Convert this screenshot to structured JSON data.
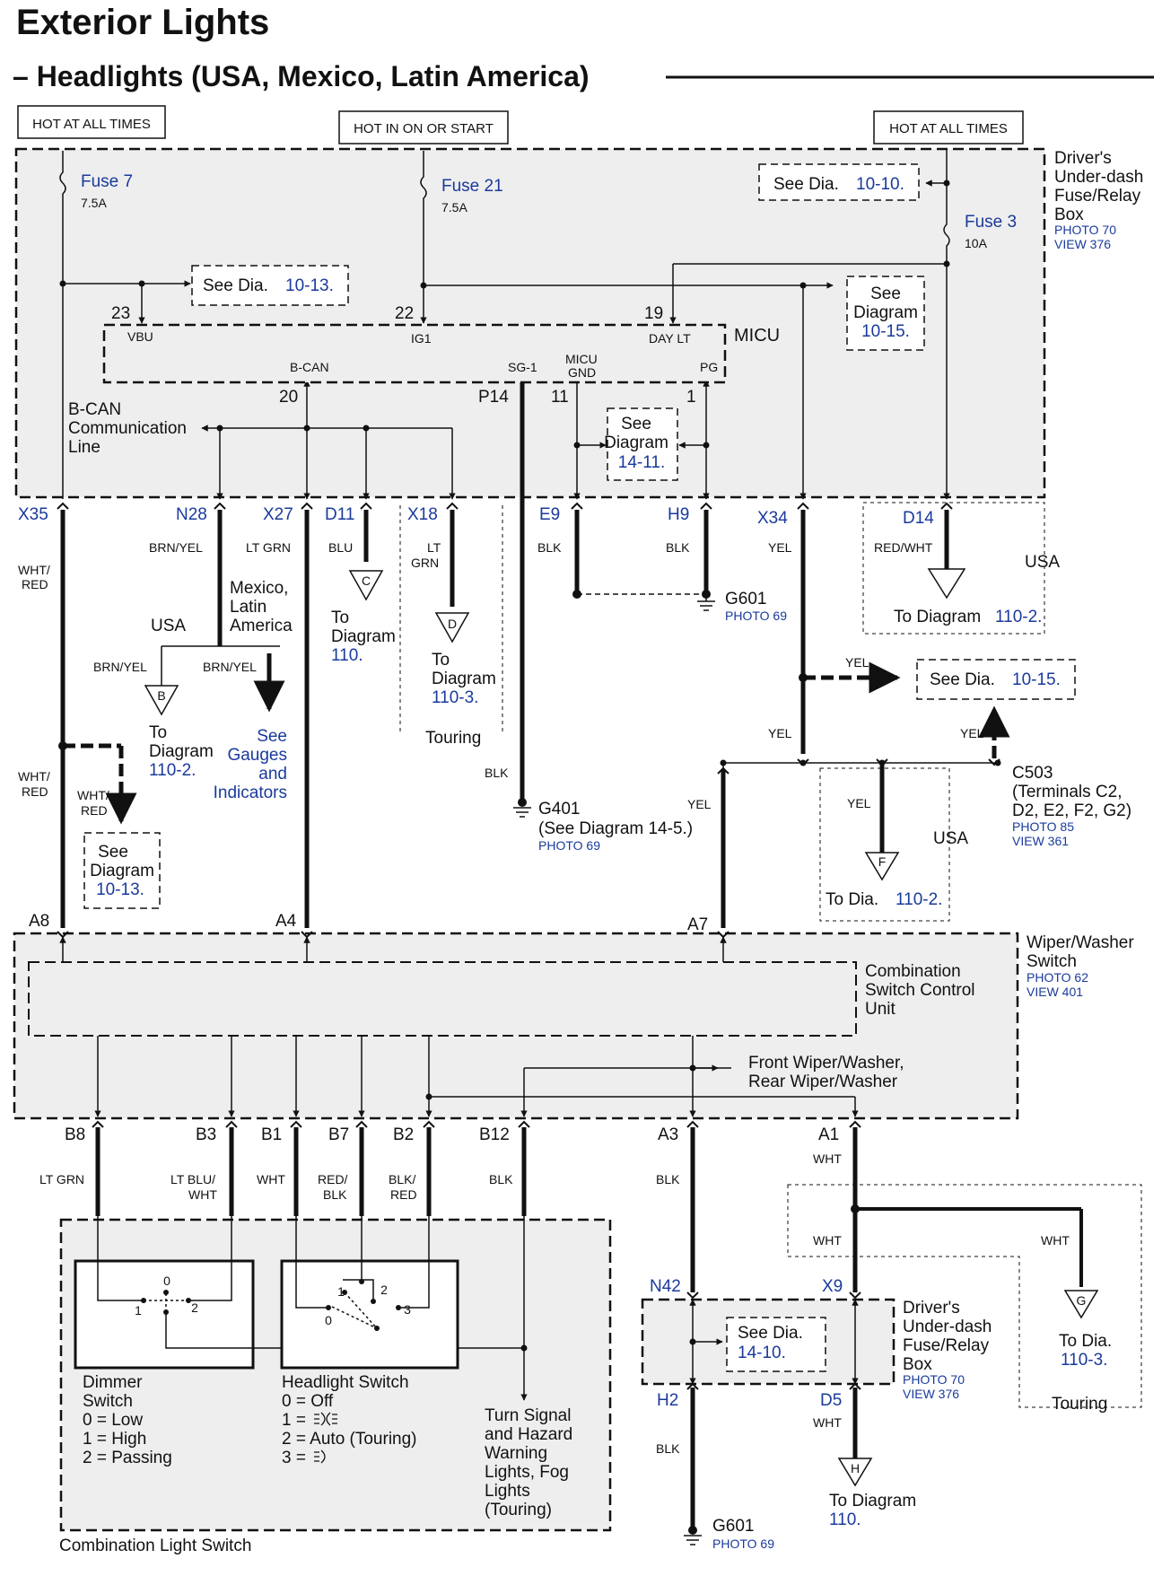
{
  "header": {
    "title": "Exterior Lights",
    "subtitle": "– Headlights (USA, Mexico, Latin America)"
  },
  "power": {
    "hot_left": "HOT AT ALL TIMES",
    "hot_mid": "HOT IN ON OR START",
    "hot_right": "HOT AT ALL TIMES"
  },
  "fusebox_top": {
    "name_lines": [
      "Driver's",
      "Under-dash",
      "Fuse/Relay",
      "Box"
    ],
    "photo": "PHOTO 70",
    "view": "VIEW 376",
    "fuse7": "Fuse 7",
    "fuse7_amp": "7.5A",
    "fuse21": "Fuse 21",
    "fuse21_amp": "7.5A",
    "fuse3": "Fuse 3",
    "fuse3_amp": "10A"
  },
  "refs": {
    "see_dia": "See Dia.",
    "see": "See",
    "diagram": "Diagram",
    "ref_10_10": "10-10.",
    "ref_10_13": "10-13.",
    "ref_10_15": "10-15.",
    "ref_14_11": "14-11.",
    "ref_14_10": "14-10.",
    "to_diagram": "To Diagram",
    "to": "To",
    "to_dia": "To Dia.",
    "ref_110_2": "110-2.",
    "ref_110": "110.",
    "ref_110_3": "110-3."
  },
  "micu": {
    "name": "MICU",
    "pin_23": "23",
    "pin_22": "22",
    "pin_19": "19",
    "vbu": "VBU",
    "ig1": "IG1",
    "day_lt": "DAY LT",
    "bcan": "B-CAN",
    "sg1": "SG-1",
    "micu_gnd_1": "MICU",
    "micu_gnd_2": "GND",
    "pg": "PG",
    "pin_20": "20",
    "pin_p14": "P14",
    "pin_11": "11",
    "pin_1": "1"
  },
  "bcan_line": [
    "B-CAN",
    "Communication",
    "Line"
  ],
  "connectors": {
    "x35": "X35",
    "n28": "N28",
    "x27": "X27",
    "d11": "D11",
    "x18": "X18",
    "e9": "E9",
    "h9": "H9",
    "x34": "X34",
    "d14": "D14",
    "a8": "A8",
    "a4": "A4",
    "a7": "A7",
    "b8": "B8",
    "b3": "B3",
    "b1": "B1",
    "b7": "B7",
    "b2": "B2",
    "b12": "B12",
    "a3": "A3",
    "a1": "A1",
    "n42": "N42",
    "x9": "X9",
    "h2": "H2",
    "d5": "D5"
  },
  "wires": {
    "wht_red_1": "WHT/",
    "wht_red_2": "RED",
    "brn_yel": "BRN/YEL",
    "lt_grn": "LT GRN",
    "blu": "BLU",
    "lt": "LT",
    "grn": "GRN",
    "blk": "BLK",
    "yel": "YEL",
    "red_wht": "RED/WHT",
    "lt_blu_1": "LT BLU/",
    "lt_blu_2": "WHT",
    "wht": "WHT",
    "red_blk_1": "RED/",
    "red_blk_2": "BLK",
    "blk_red_1": "BLK/",
    "blk_red_2": "RED"
  },
  "regions": {
    "mexico": [
      "Mexico,",
      "Latin",
      "America"
    ],
    "usa": "USA",
    "touring": "Touring",
    "gauges": [
      "See",
      "Gauges",
      "and",
      "Indicators"
    ]
  },
  "grounds": {
    "g601": "G601",
    "g601_photo": "PHOTO 69",
    "g401": "G401",
    "g401_note": "(See Diagram 14-5.)",
    "g401_photo": "PHOTO 69"
  },
  "c503": {
    "name": "C503",
    "terms_1": "(Terminals C2,",
    "terms_2": "D2, E2, F2, G2)",
    "photo": "PHOTO 85",
    "view": "VIEW 361"
  },
  "wiper": {
    "name_1": "Wiper/Washer",
    "name_2": "Switch",
    "photo": "PHOTO 62",
    "view": "VIEW 401",
    "unit_1": "Combination",
    "unit_2": "Switch Control",
    "unit_3": "Unit",
    "front_1": "Front Wiper/Washer,",
    "front_2": "Rear Wiper/Washer"
  },
  "dimmer": {
    "title_1": "Dimmer",
    "title_2": "Switch",
    "low": "0 = Low",
    "high": "1 = High",
    "passing": "2 = Passing",
    "p0": "0",
    "p1": "1",
    "p2": "2"
  },
  "headlight": {
    "title": "Headlight Switch",
    "off": "0 = Off",
    "one": "1 =",
    "auto": "2 = Auto (Touring)",
    "three": "3 =",
    "p0": "0",
    "p1": "1",
    "p2": "2",
    "p3": "3"
  },
  "turn_signal": [
    "Turn Signal",
    "and Hazard",
    "Warning",
    "Lights, Fog",
    "Lights",
    "(Touring)"
  ],
  "combo_label": "Combination Light Switch",
  "fusebox_bottom": {
    "name_lines": [
      "Driver's",
      "Under-dash",
      "Fuse/Relay",
      "Box"
    ],
    "photo": "PHOTO 70",
    "view": "VIEW 376"
  },
  "refletters": {
    "b": "B",
    "c": "C",
    "d": "D",
    "f": "F",
    "g": "G",
    "h": "H"
  },
  "colors": {
    "ink": "#111111",
    "blue": "#1a3a9c",
    "shade": "#eeeeee"
  }
}
